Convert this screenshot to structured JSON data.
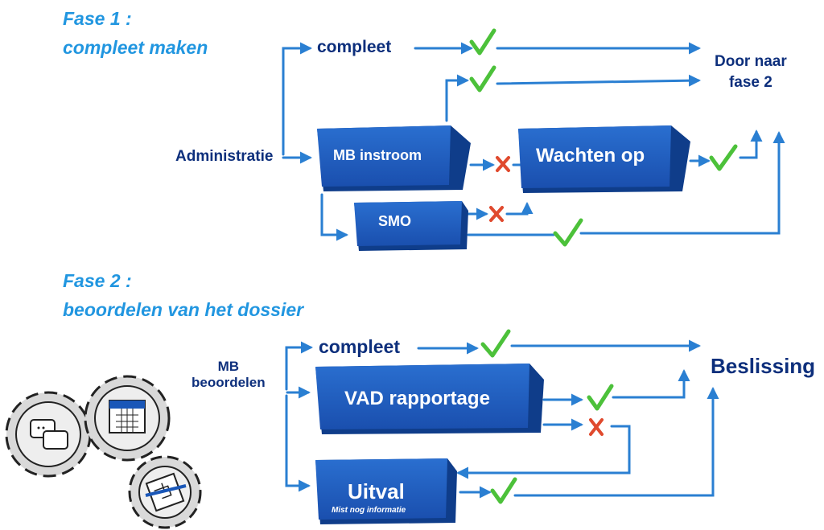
{
  "phase1": {
    "heading": "Fase 1 :",
    "subheading": "compleet maken",
    "start": "Administratie",
    "top_path": "compleet",
    "boxes": {
      "mb_instroom": "MB instroom",
      "smo": "SMO",
      "wachten": "Wachten op"
    },
    "end": "Door naar\nfase 2"
  },
  "phase2": {
    "heading": "Fase 2 :",
    "subheading": "beoordelen van het dossier",
    "start": "MB\nbeoordelen",
    "top_path": "compleet",
    "boxes": {
      "vad": "VAD rapportage",
      "uitval": "Uitval",
      "uitval_sub": "Mist nog informatie"
    },
    "end": "Beslissing"
  },
  "colors": {
    "arrow": "#2a7fd2",
    "box_face": "#1a57b8",
    "box_dark": "#0f3d8a",
    "check": "#4cc13a",
    "cross": "#e04a2e",
    "text_dark": "#0d2f7c",
    "phase_text": "#2196e0"
  },
  "icons": [
    "chat-bubbles-gear-icon",
    "calendar-gear-icon",
    "maze-gear-icon"
  ]
}
